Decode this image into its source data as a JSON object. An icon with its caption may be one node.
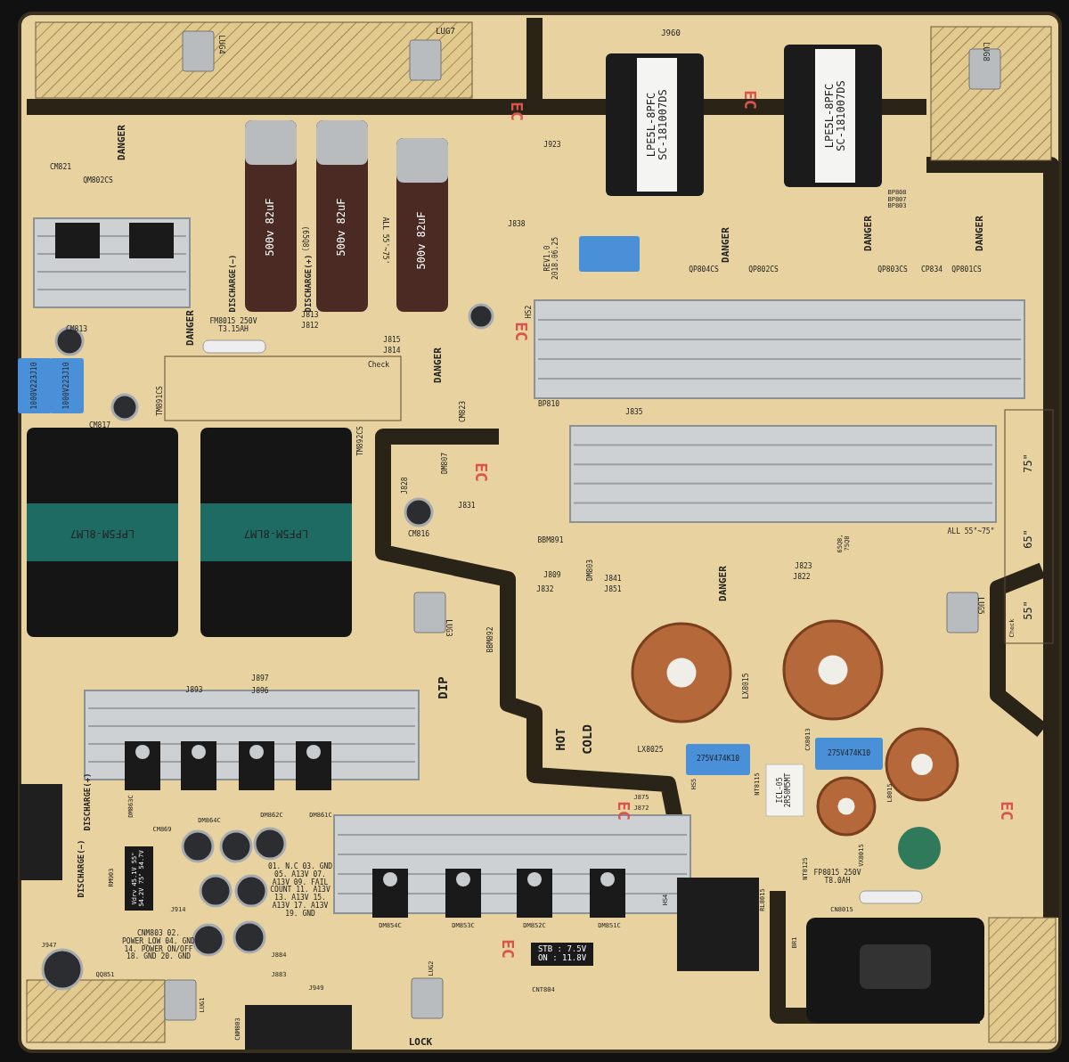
{
  "diagram": {
    "labels": [
      "LUG4",
      "LUG7",
      "J960",
      "LUG8",
      "LPE5L-8PFC SC-181007DS",
      "LPE5L-8PFC SC-181007DS",
      "DANGER",
      "CM821",
      "QM802CS",
      "500v 82uF",
      "500v 82uF",
      "500v 82uF",
      "DISCHARGE(−)",
      "(65Q8)",
      "DISCHARGE(+)",
      "ALL 55'~75'",
      "FM8015 250V T3.15AH",
      "J813",
      "J812",
      "J815",
      "J814",
      "DANGER",
      "DANGER",
      "CM813",
      "1000V223J10",
      "1000V223J10",
      "CM817",
      "TM891CS",
      "Check",
      "J838",
      "J923",
      "REV1.0 2018.06.25",
      "DANGER",
      "DANGER",
      "DANGER",
      "QP804CS",
      "QP802CS",
      "QP803CS",
      "CP834",
      "QP801CS",
      "BP808 BP807 BP803",
      "HS2",
      "BP810",
      "J835",
      "CM823",
      "DM807",
      "J828",
      "CM816",
      "J831",
      "LPF5M-8LM7",
      "LPF5M-8LM7",
      "TM892CS",
      "BBM891",
      "DM803",
      "J809",
      "J832",
      "J841",
      "J851",
      "DANGER",
      "65Q8, 75Q8",
      "ALL 55\"~75\"",
      "J823",
      "J822",
      "LUG3",
      "LUG5",
      "BBM892",
      "DIP",
      "HOT",
      "COLD",
      "LX8025",
      "LX8015",
      "Check",
      "55\"",
      "65\"",
      "75\"",
      "J893",
      "J896",
      "J897",
      "DM863C",
      "DM864C",
      "DM862C",
      "DM861C",
      "CM869",
      "DISCHARGE(+)",
      "DISCHARGE(−)",
      "RM903",
      "Vdrv 45.1V 55\" 54.2V 75\" 54.7V",
      "01. N.C 03. GND 05. A13V 07. A13V 09. FAIL COUNT 11. A13V 13. A13V 15. A13V 17. A13V 19. GND",
      "CNM803 02. POWER_LOW 04. GND 14. POWER ON/OFF 18. GND 20. GND",
      "J914",
      "QQ851",
      "J947",
      "LUG1",
      "CNM803",
      "LOCK",
      "LUG2",
      "J884",
      "J883",
      "J949",
      "STB : 7.5V ON : 11.8V",
      "DM854C",
      "DM853C",
      "DM852C",
      "DM851C",
      "CNT804",
      "HS4",
      "RL8015",
      "275V474K10",
      "275V474K10",
      "ICL-05 2R50M5MT",
      "NT8115",
      "CX8013",
      "L8015",
      "VX8015",
      "NT8125",
      "FP8015 250V T8.0AH",
      "CN8015",
      "BR1",
      "HS5",
      "J875",
      "J872",
      "EC",
      "EC",
      "EC",
      "EC",
      "EC",
      "EC",
      "EC"
    ]
  }
}
